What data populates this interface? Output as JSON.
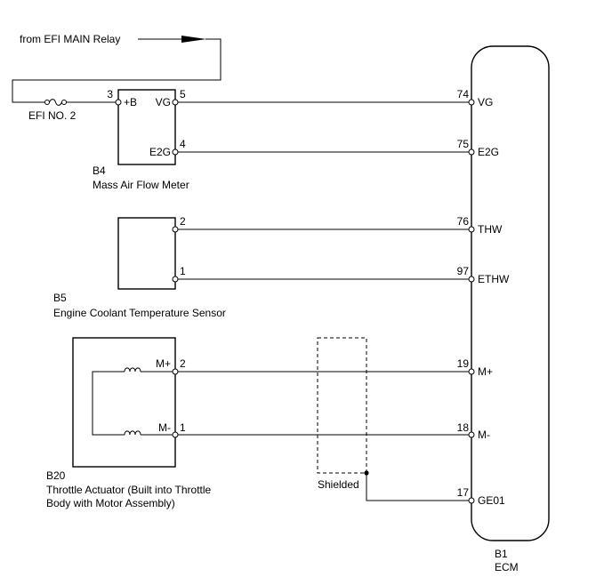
{
  "colors": {
    "line": "#000000",
    "background": "#ffffff"
  },
  "power_source": {
    "label": "from EFI MAIN Relay"
  },
  "fuse": {
    "label": "EFI NO. 2"
  },
  "mass_air_flow_meter": {
    "code": "B4",
    "name": "Mass Air Flow Meter",
    "pins": [
      {
        "number": "3",
        "label": "+B"
      },
      {
        "number": "5",
        "label": "VG"
      },
      {
        "number": "4",
        "label": "E2G"
      }
    ]
  },
  "coolant_temp_sensor": {
    "code": "B5",
    "name": "Engine Coolant Temperature Sensor",
    "pins": [
      {
        "number": "2"
      },
      {
        "number": "1"
      }
    ]
  },
  "throttle_actuator": {
    "code": "B20",
    "name_lines": [
      "Throttle Actuator (Built into Throttle",
      "Body with Motor Assembly)"
    ],
    "pins": [
      {
        "number": "2",
        "label": "M+"
      },
      {
        "number": "1",
        "label": "M-"
      }
    ]
  },
  "ecm": {
    "code": "B1",
    "name": "ECM",
    "pins": [
      {
        "number": "74",
        "label": "VG"
      },
      {
        "number": "75",
        "label": "E2G"
      },
      {
        "number": "76",
        "label": "THW"
      },
      {
        "number": "97",
        "label": "ETHW"
      },
      {
        "number": "19",
        "label": "M+"
      },
      {
        "number": "18",
        "label": "M-"
      },
      {
        "number": "17",
        "label": "GE01"
      }
    ]
  },
  "shield": {
    "label": "Shielded"
  }
}
